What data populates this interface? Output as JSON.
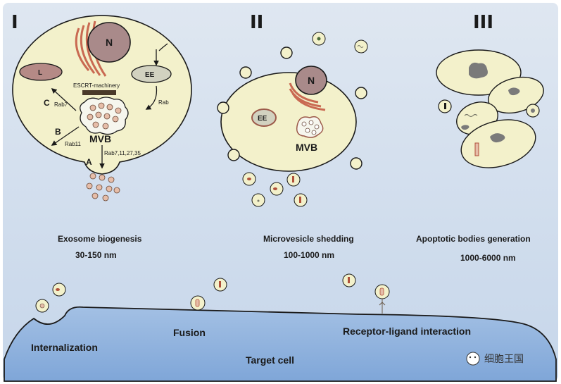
{
  "panels": {
    "p1": {
      "numeral": "I",
      "title": "Exosome biogenesis",
      "size": "30-150 nm"
    },
    "p2": {
      "numeral": "II",
      "title": "Microvesicle shedding",
      "size": "100-1000 nm"
    },
    "p3": {
      "numeral": "III",
      "title": "Apoptotic bodies generation",
      "size": "1000-6000 nm"
    }
  },
  "cell1": {
    "nucleus": "N",
    "ee": "EE",
    "lysosome": "L",
    "escrt": "ESCRT-machinery",
    "mvb": "MVB",
    "rab_ee": "Rab",
    "rab7": "Rab7",
    "rab11": "Rab11",
    "rab_multi": "Rab7,11,27,35",
    "route_a": "A",
    "route_b": "B",
    "route_c": "C"
  },
  "cell2": {
    "nucleus": "N",
    "ee": "EE",
    "mvb": "MVB"
  },
  "target": {
    "internalization": "Internalization",
    "fusion": "Fusion",
    "receptor": "Receptor-ligand interaction",
    "cell": "Target cell"
  },
  "watermark": "细胞王国",
  "colors": {
    "background": "#cfdcec",
    "cell": "#f3f1cb",
    "target_cell": "#8fb3df",
    "organelle_fill": "#b58a86",
    "golgi": "#c96a52",
    "ee_fill": "#d2d2c0"
  }
}
